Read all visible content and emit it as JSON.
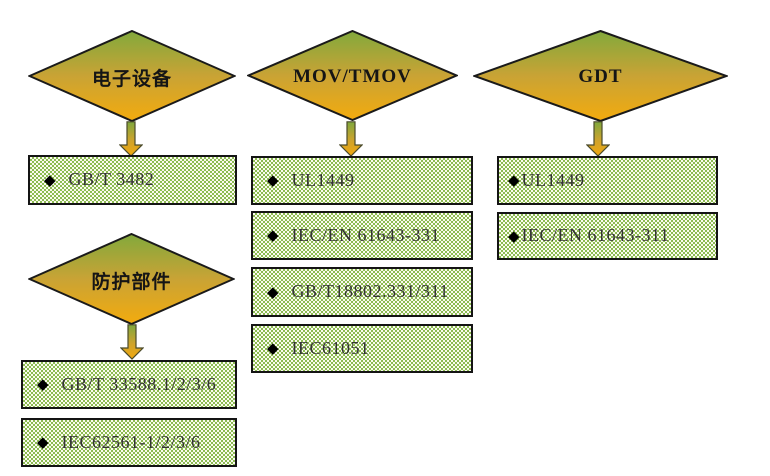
{
  "bullet": "◆",
  "colors": {
    "diamond_gradient_top": "#82a93c",
    "diamond_gradient_mid": "#c9a335",
    "diamond_gradient_bottom": "#f3ab0e",
    "box_pattern_green": "#8cbb52",
    "box_pattern_white": "#fbfbef",
    "box_border": "#141414",
    "shape_outline": "#1a1a1a",
    "text": "#333333"
  },
  "groups": [
    {
      "id": "electronic-equipment",
      "diamond_label": "电子设备",
      "items": [
        "GB/T 3482"
      ]
    },
    {
      "id": "protection-components",
      "diamond_label": "防护部件",
      "items": [
        "GB/T 33588.1/2/3/6",
        "IEC62561-1/2/3/6"
      ]
    },
    {
      "id": "mov-tmov",
      "diamond_label": "MOV/TMOV",
      "items": [
        "UL1449",
        "IEC/EN 61643-331",
        "GB/T18802.331/311",
        "IEC61051"
      ]
    },
    {
      "id": "gdt",
      "diamond_label": "GDT",
      "items": [
        "UL1449",
        "IEC/EN 61643-311"
      ]
    }
  ]
}
